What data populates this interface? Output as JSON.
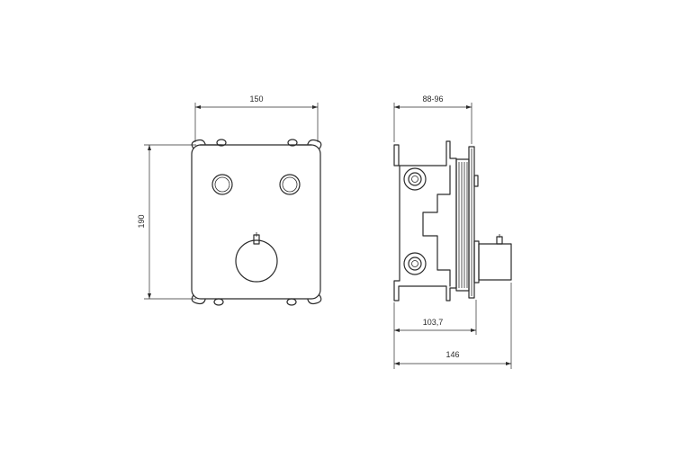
{
  "dimensions": {
    "front_width": "150",
    "front_height": "190",
    "side_depth_range": "88-96",
    "side_body_depth": "103,7",
    "side_total_depth": "146"
  }
}
